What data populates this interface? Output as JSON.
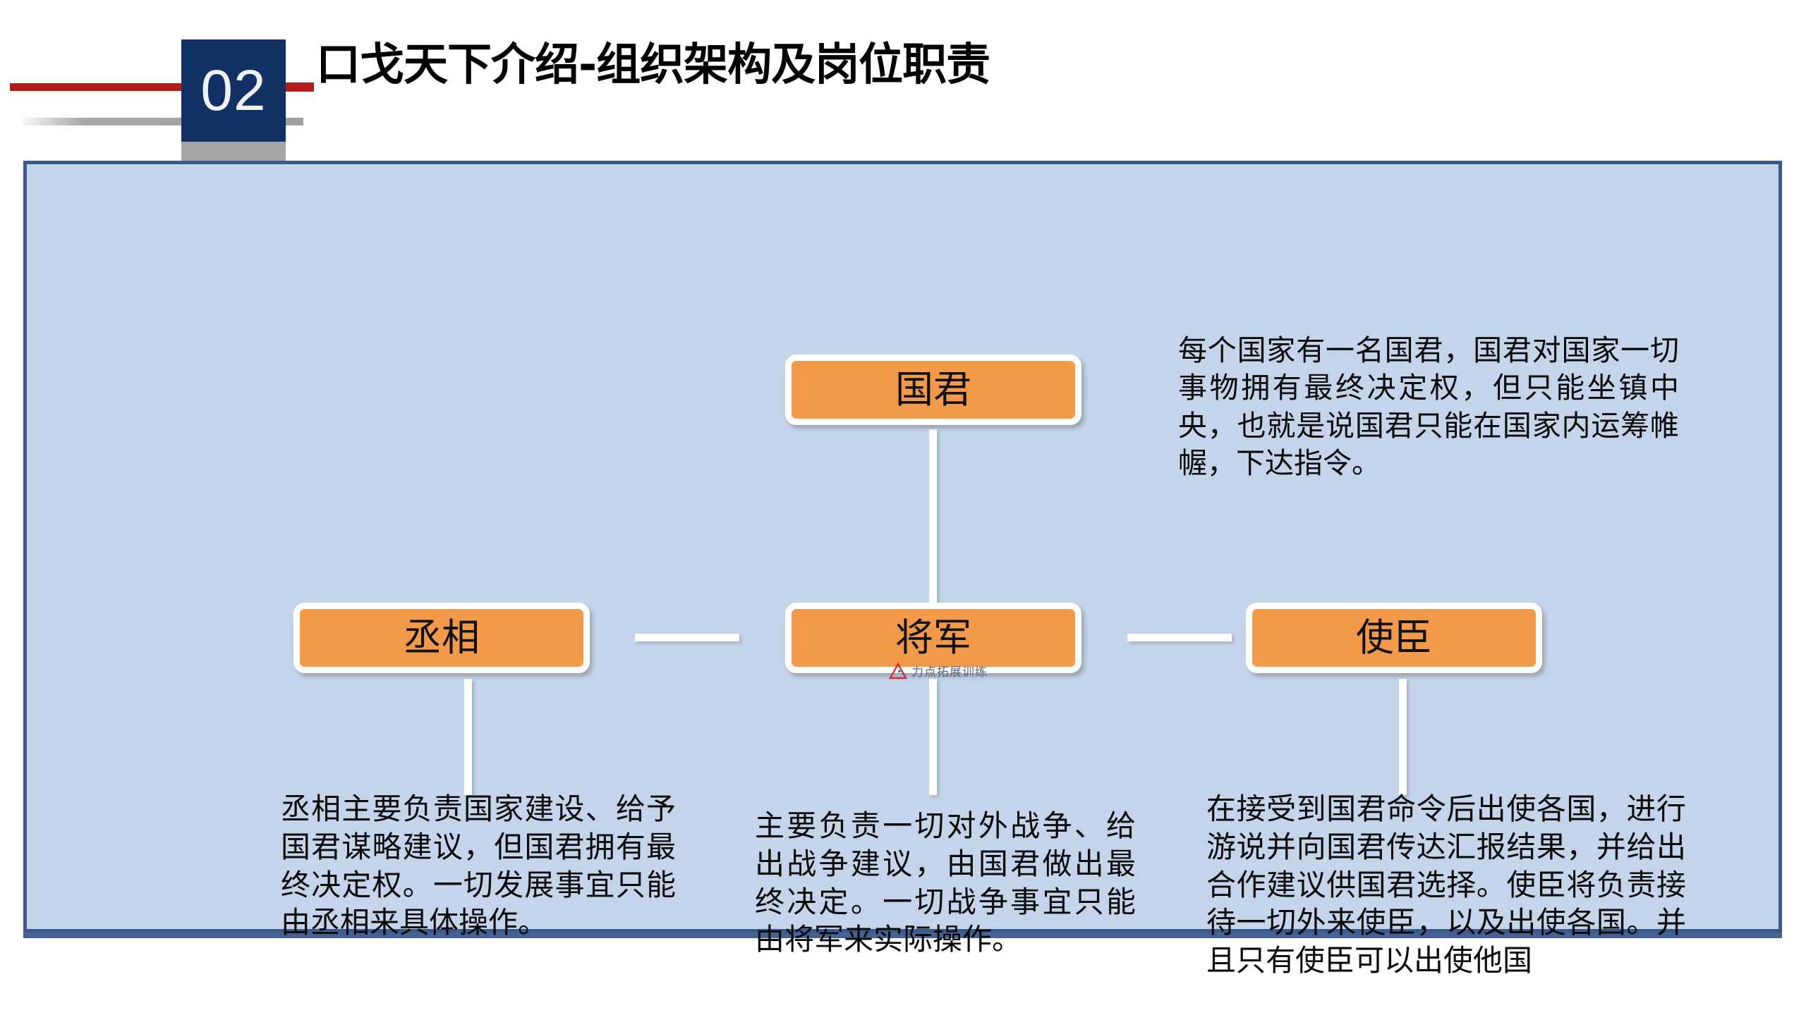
{
  "header": {
    "section_number": "02",
    "title_lead": "口戈天下",
    "title_rest": "介绍-组织架构及岗位职责",
    "title_full": "口戈天下介绍-组织架构及岗位职责",
    "accent_red": "#b51d1d",
    "chip_navy": "#113063",
    "chip_shadow_gray": "#a6a6a6"
  },
  "panel": {
    "background": "#c4d4ea",
    "border_color": "#3a5a8c"
  },
  "chart_data": {
    "type": "diagram",
    "title": "组织架构及岗位职责",
    "nodes": [
      {
        "id": "ruler",
        "label": "国君",
        "level": 0,
        "column": "center"
      },
      {
        "id": "chancellor",
        "label": "丞相",
        "level": 1,
        "column": "left"
      },
      {
        "id": "general",
        "label": "将军",
        "level": 1,
        "column": "center"
      },
      {
        "id": "envoy",
        "label": "使臣",
        "level": 1,
        "column": "right"
      }
    ],
    "edges": [
      {
        "from": "ruler",
        "to": "general",
        "orientation": "vertical"
      },
      {
        "from": "chancellor",
        "to": "general",
        "orientation": "horizontal"
      },
      {
        "from": "general",
        "to": "envoy",
        "orientation": "horizontal"
      },
      {
        "from": "chancellor",
        "to": "chancellor_note",
        "orientation": "vertical"
      },
      {
        "from": "general",
        "to": "general_note",
        "orientation": "vertical"
      },
      {
        "from": "envoy",
        "to": "envoy_note",
        "orientation": "vertical"
      }
    ],
    "node_fill": "#f3994a",
    "node_border": "#ffffff",
    "edge_color": "#ffffff"
  },
  "boxes": {
    "ruler": "国君",
    "chancellor": "丞相",
    "general": "将军",
    "envoy": "使臣"
  },
  "notes": {
    "ruler": "每个国家有一名国君，国君对国家一切事物拥有最终决定权，但只能坐镇中央，也就是说国君只能在国家内运筹帷幄，下达指令。",
    "chancellor": "丞相主要负责国家建设、给予国君谋略建议，但国君拥有最终决定权。一切发展事宜只能由丞相来具体操作。",
    "general": "主要负责一切对外战争、给出战争建议，由国君做出最终决定。一切战争事宜只能由将军来实际操作。",
    "envoy": "在接受到国君命令后出使各国，进行游说并向国君传达汇报结果，并给出合作建议供国君选择。使臣将负责接待一切外来使臣，以及出使各国。并且只有使臣可以出使他国"
  },
  "watermark": {
    "text": "力点拓展训练",
    "logo_color": "#d0202a"
  }
}
